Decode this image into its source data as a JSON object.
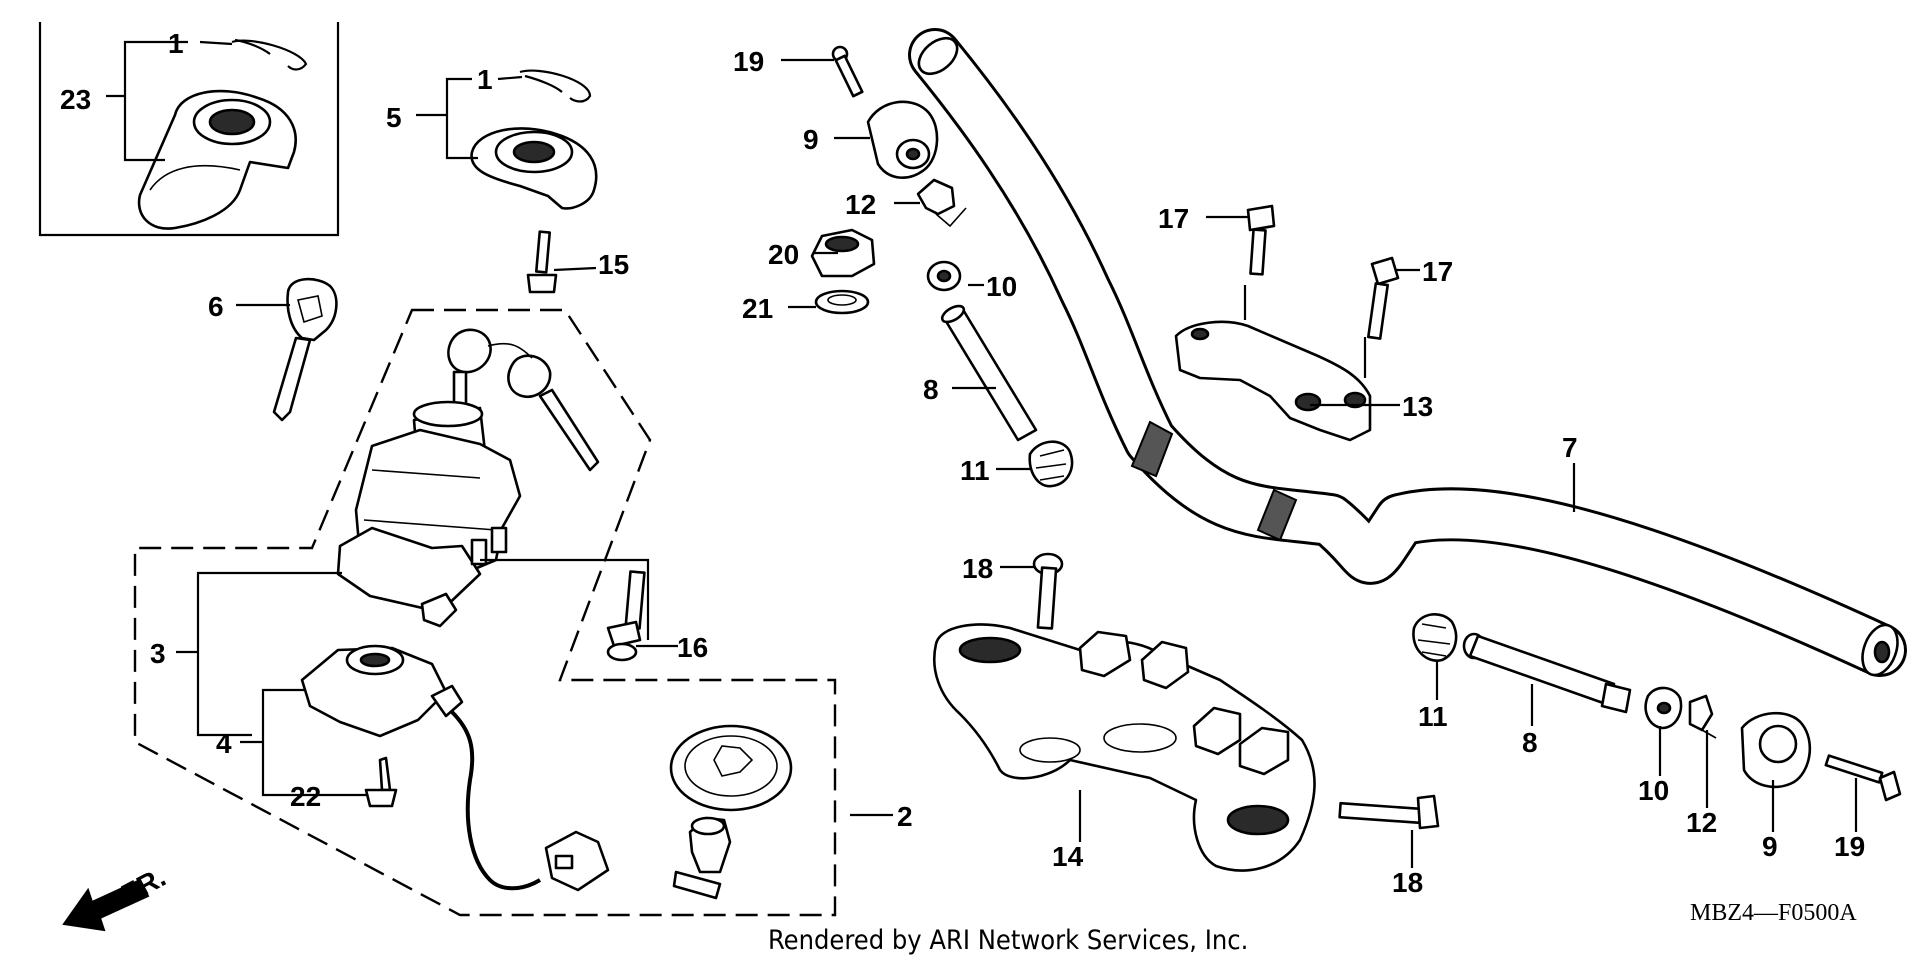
{
  "diagram": {
    "callouts": [
      {
        "id": "c1a",
        "text": "1"
      },
      {
        "id": "c23",
        "text": "23"
      },
      {
        "id": "c1b",
        "text": "1"
      },
      {
        "id": "c5",
        "text": "5"
      },
      {
        "id": "c15",
        "text": "15"
      },
      {
        "id": "c6",
        "text": "6"
      },
      {
        "id": "c3",
        "text": "3"
      },
      {
        "id": "c4",
        "text": "4"
      },
      {
        "id": "c22",
        "text": "22"
      },
      {
        "id": "c16",
        "text": "16"
      },
      {
        "id": "c2",
        "text": "2"
      },
      {
        "id": "c19a",
        "text": "19"
      },
      {
        "id": "c9a",
        "text": "9"
      },
      {
        "id": "c12a",
        "text": "12"
      },
      {
        "id": "c20",
        "text": "20"
      },
      {
        "id": "c10a",
        "text": "10"
      },
      {
        "id": "c21",
        "text": "21"
      },
      {
        "id": "c8a",
        "text": "8"
      },
      {
        "id": "c11a",
        "text": "11"
      },
      {
        "id": "c18a",
        "text": "18"
      },
      {
        "id": "c14",
        "text": "14"
      },
      {
        "id": "c18b",
        "text": "18"
      },
      {
        "id": "c17a",
        "text": "17"
      },
      {
        "id": "c17b",
        "text": "17"
      },
      {
        "id": "c13",
        "text": "13"
      },
      {
        "id": "c7",
        "text": "7"
      },
      {
        "id": "c11b",
        "text": "11"
      },
      {
        "id": "c8b",
        "text": "8"
      },
      {
        "id": "c10b",
        "text": "10"
      },
      {
        "id": "c12b",
        "text": "12"
      },
      {
        "id": "c9b",
        "text": "9"
      },
      {
        "id": "c19b",
        "text": "19"
      }
    ],
    "direction_label": "FR.",
    "diagram_code": "MBZ4—F0500A",
    "footer": "Rendered by ARI Network Services, Inc."
  }
}
